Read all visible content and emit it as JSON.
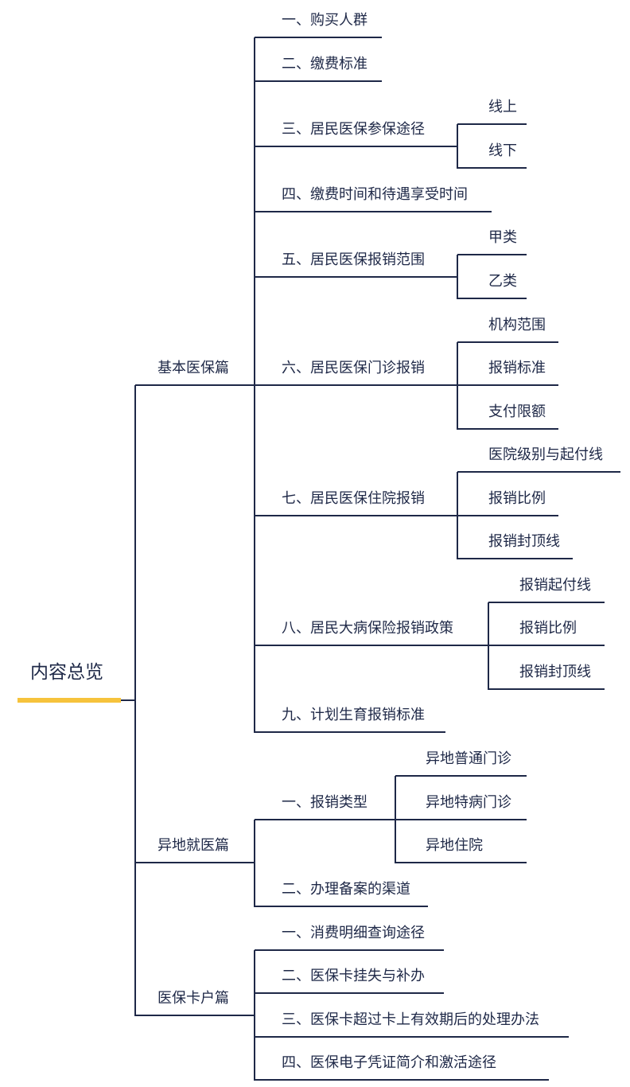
{
  "root": {
    "label": "内容总览",
    "accent_color": "#f6c33c",
    "line_color": "#1e2847"
  },
  "branches": [
    {
      "label": "基本医保篇",
      "children": [
        {
          "label": "一、购买人群",
          "children": []
        },
        {
          "label": "二、缴费标准",
          "children": []
        },
        {
          "label": "三、居民医保参保途径",
          "children": [
            {
              "label": "线上"
            },
            {
              "label": "线下"
            }
          ]
        },
        {
          "label": "四、缴费时间和待遇享受时间",
          "children": []
        },
        {
          "label": "五、居民医保报销范围",
          "children": [
            {
              "label": "甲类"
            },
            {
              "label": "乙类"
            }
          ]
        },
        {
          "label": "六、居民医保门诊报销",
          "children": [
            {
              "label": "机构范围"
            },
            {
              "label": "报销标准"
            },
            {
              "label": "支付限额"
            }
          ]
        },
        {
          "label": "七、居民医保住院报销",
          "children": [
            {
              "label": "医院级别与起付线"
            },
            {
              "label": "报销比例"
            },
            {
              "label": "报销封顶线"
            }
          ]
        },
        {
          "label": "八、居民大病保险报销政策",
          "children": [
            {
              "label": "报销起付线"
            },
            {
              "label": "报销比例"
            },
            {
              "label": "报销封顶线"
            }
          ]
        },
        {
          "label": "九、计划生育报销标准",
          "children": []
        }
      ]
    },
    {
      "label": "异地就医篇",
      "children": [
        {
          "label": "一、报销类型",
          "children": [
            {
              "label": "异地普通门诊"
            },
            {
              "label": "异地特病门诊"
            },
            {
              "label": "异地住院"
            }
          ]
        },
        {
          "label": "二、办理备案的渠道",
          "children": []
        }
      ]
    },
    {
      "label": "医保卡户篇",
      "children": [
        {
          "label": "一、消费明细查询途径",
          "children": []
        },
        {
          "label": "二、医保卡挂失与补办",
          "children": []
        },
        {
          "label": "三、医保卡超过卡上有效期后的处理办法",
          "children": []
        },
        {
          "label": "四、医保电子凭证简介和激活途径",
          "children": []
        }
      ]
    }
  ]
}
